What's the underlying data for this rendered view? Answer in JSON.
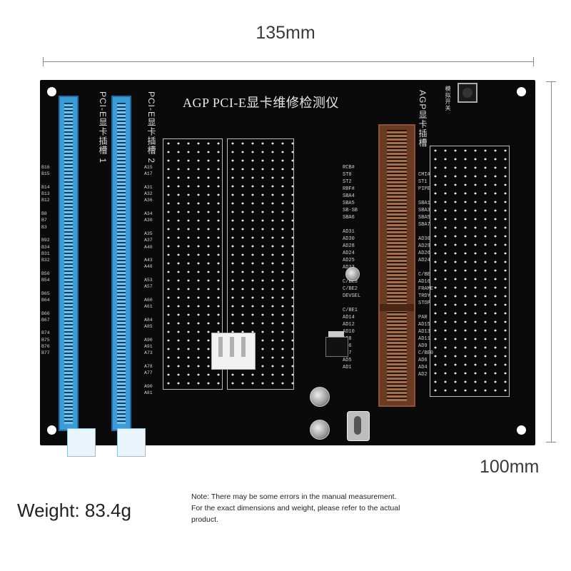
{
  "dimensions": {
    "width": "135mm",
    "height": "100mm",
    "weight": "Weight: 83.4g"
  },
  "note": "Note: There may be some errors in the manual measurement. For the exact dimensions and weight, please refer to the actual product.",
  "board": {
    "title": "AGP PCI-E显卡维修检测仪",
    "pcie_slot_1_label": "PCI-E显卡插槽 1",
    "pcie_slot_2_label": "PCI-E显卡插槽 2",
    "agp_slot_label": "AGP显卡插槽",
    "button_label": "模拟开关",
    "left_pins": "B16\nB15\n\nB14\nB13\nB12\n\nB8\nB7\nB3\n\nB92\nB34\nB31\nB32\n\nB56\nB54\n\nB65\nB64\n\nB66\nB67\n\nB74\nB75\nB76\nB77",
    "right_pins": "A15\nA17\n\nA31\nA32\nA36\n\nA34\nA30\n\nA35\nA37\nA40\n\nA43\nA46\n\nA53\nA57\n\nA60\nA61\n\nA84\nA85\n\nA90\nA91\nA73\n\nA78\nA77\n\nA90\nA81",
    "agp_left_pins": "RCB#\nST0\nST2\nRBF#\nSBA4\nSBA5\nSB-SB\nSBA6\n\nAD31\nAD30\nAD28\nAD24\nAD25\nAD23\n\nC/BE3\nC/BE2\nDEVSEL\n\nC/BE1\nAD14\nAD12\nAD10\nAD8\nAD6\nAD7\nAD5\nAD1",
    "agp_right_pins": "CMI#\nST1\nPIPE\n\nSBA1\nSBA3\nSBA5\nSBA7\n\nAD30\nAD29\nAD26\nAD24\n\nC/BE\nAD16\nFRAME\nTRDY\nSTOP\n\nPAR\nAD15\nAD13\nAD11\nAD9\nC/BE0\nAD6\nAD4\nAD2"
  }
}
